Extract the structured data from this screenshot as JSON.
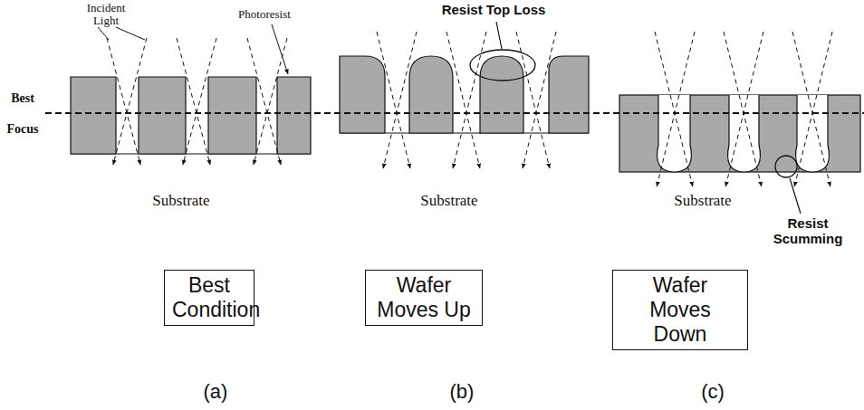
{
  "diagram": {
    "nodes": [
      {
        "text": [
          "Best Condition"
        ]
      },
      {
        "text": [
          "Wafer Moves Up"
        ]
      },
      {
        "text": [
          "Wafer Moves Down"
        ]
      }
    ],
    "labels": [
      "Incident Light",
      "Photoresist",
      "Best Focus",
      "Resist Top Loss",
      "Resist Scumming",
      "Substrate",
      "Substrate",
      "Substrate",
      "(a)",
      "(b)",
      "(c)"
    ]
  }
}
